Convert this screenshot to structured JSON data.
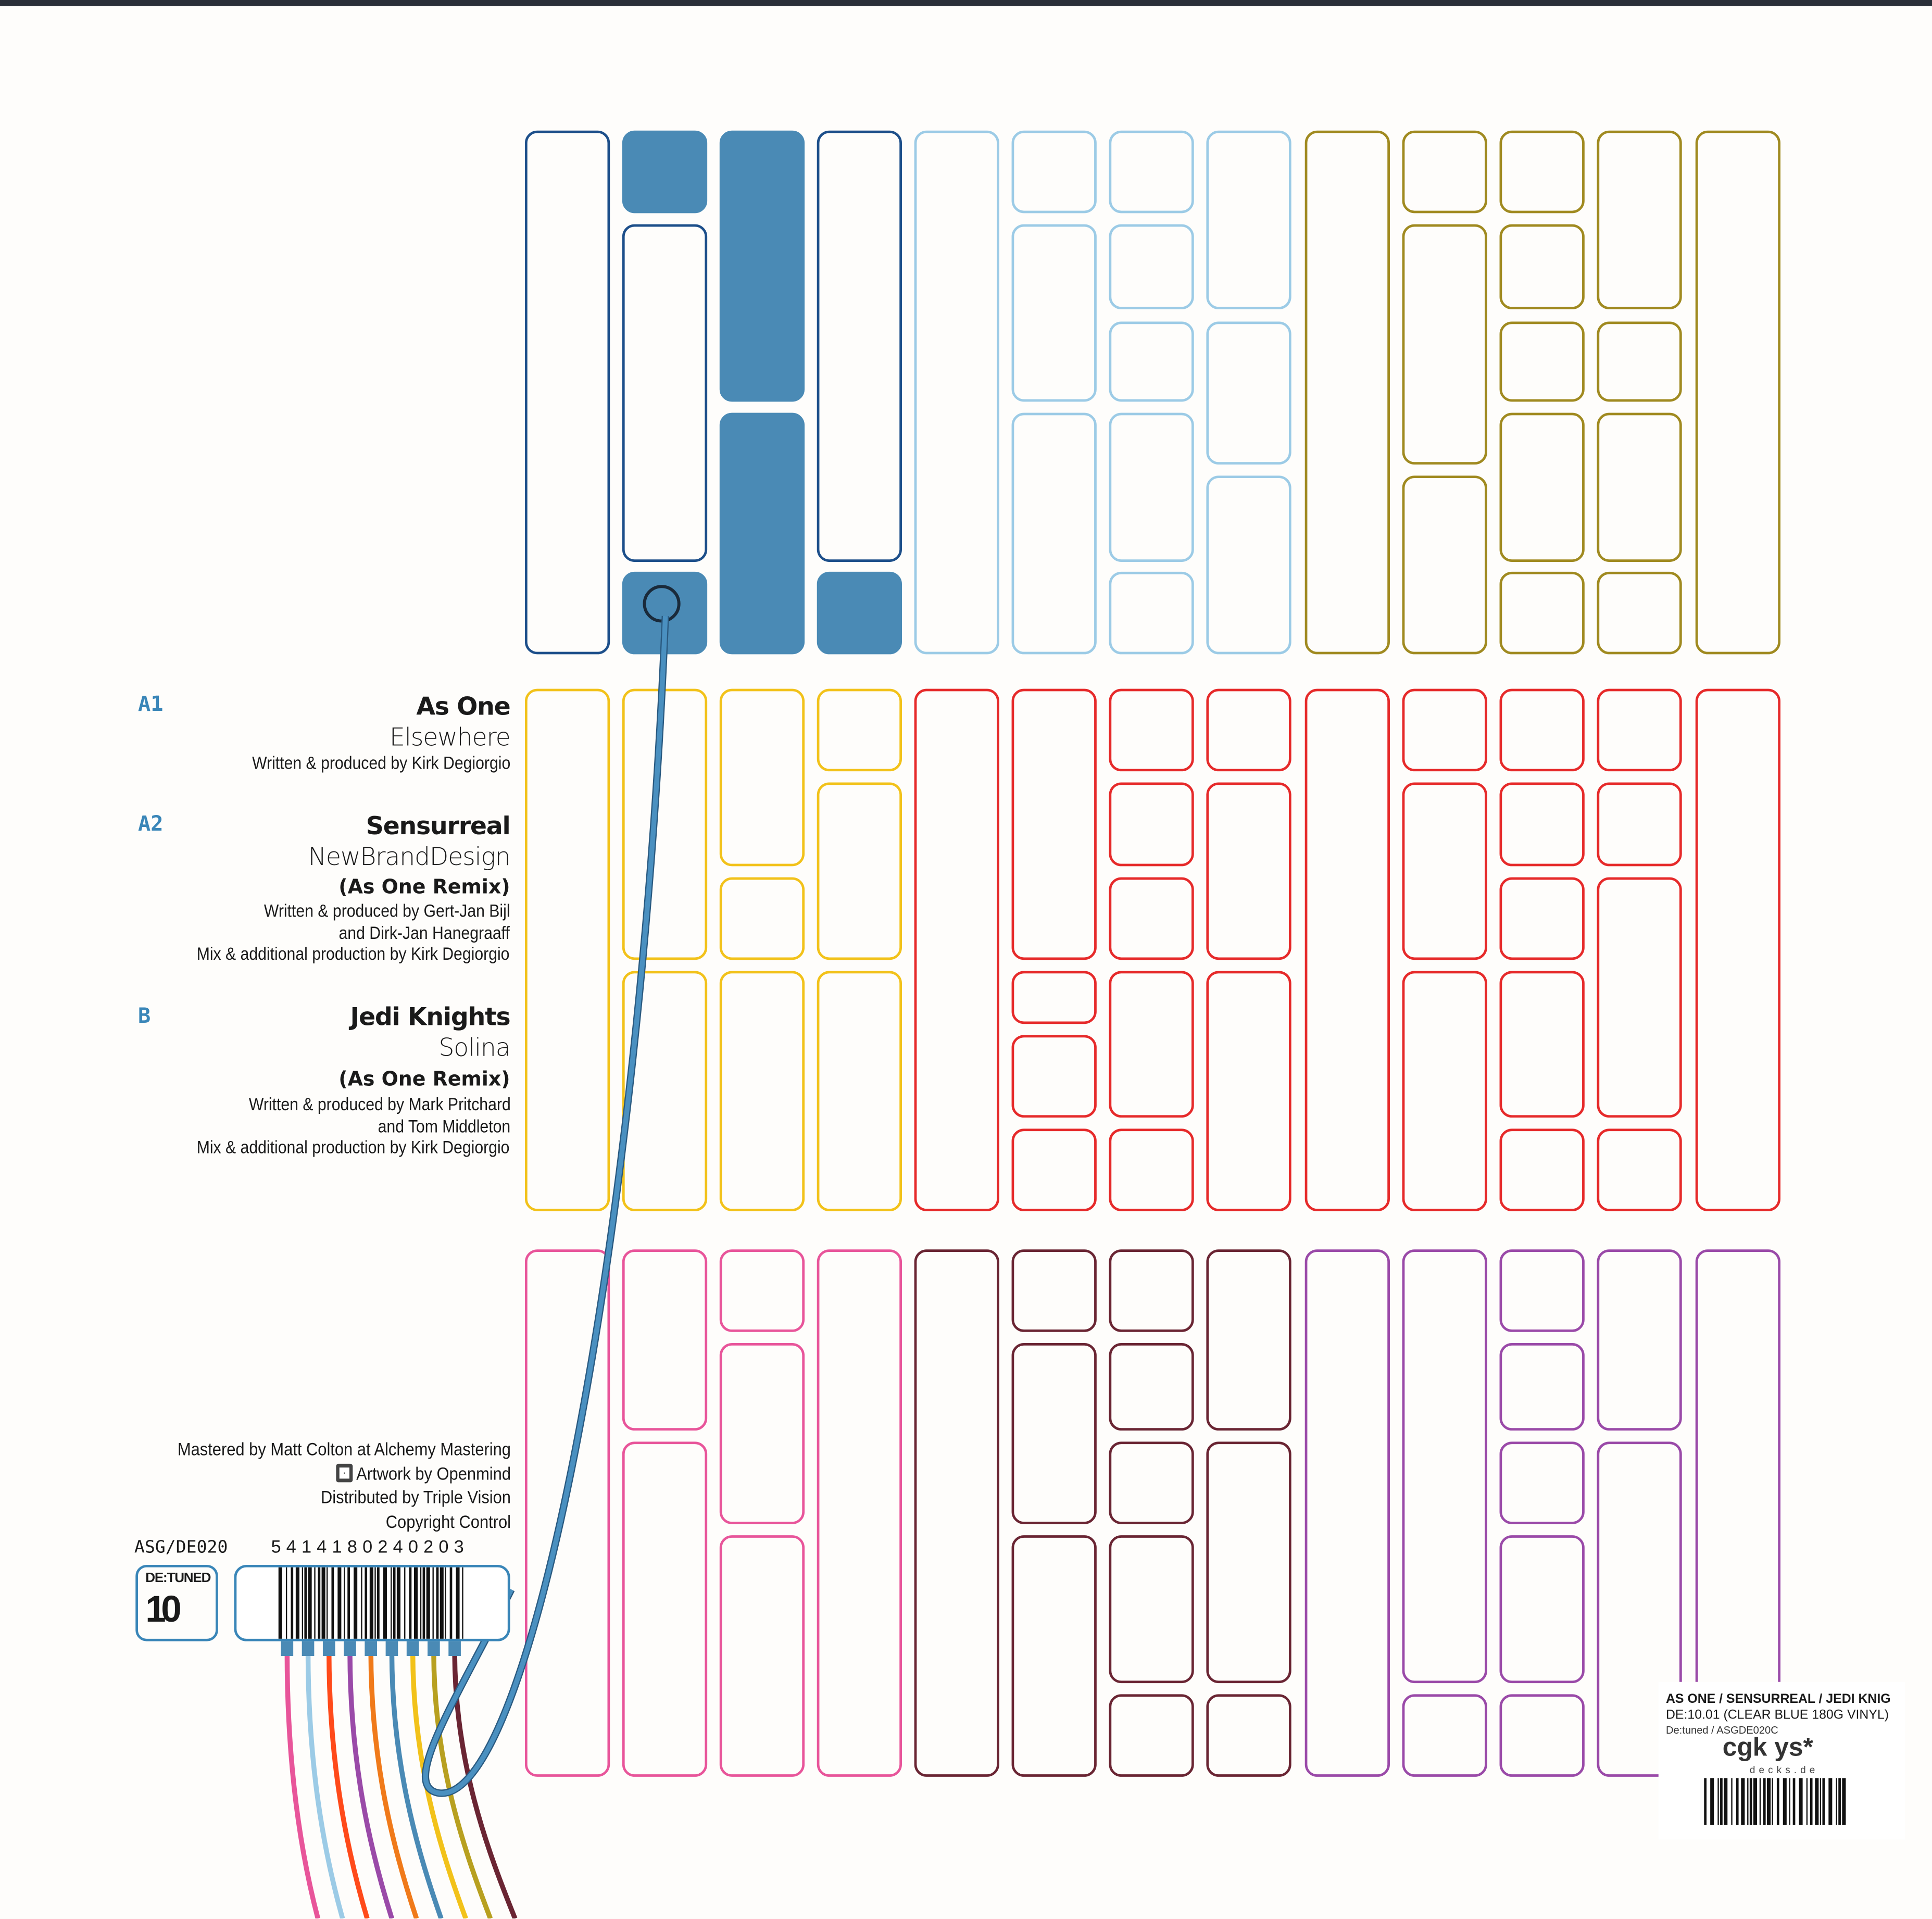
{
  "tracks": [
    {
      "position": "A1",
      "artist": "As One",
      "title": "Elsewhere",
      "remix": null,
      "credits": [
        "Written & produced by Kirk Degiorgio"
      ]
    },
    {
      "position": "A2",
      "artist": "Sensurreal",
      "title": "NewBrandDesign",
      "remix": "(As One Remix)",
      "credits": [
        "Written & produced by Gert-Jan Bijl",
        "and Dirk-Jan Hanegraaff",
        "Mix & additional production by Kirk Degiorgio"
      ]
    },
    {
      "position": "B",
      "artist": "Jedi Knights",
      "title": "Solina",
      "remix": "(As One Remix)",
      "credits": [
        "Written & produced by Mark Pritchard",
        "and Tom Middleton",
        "Mix & additional production by Kirk Degiorgio"
      ]
    }
  ],
  "credits": {
    "mastered": "Mastered by Matt Colton at Alchemy Mastering",
    "artwork": "Artwork by Openmind",
    "distributed": "Distributed by Triple Vision",
    "copyright": "Copyright Control"
  },
  "catalog_number": "ASG/DE020",
  "ean": "5414180240203",
  "label_logo": {
    "name": "DE:TUNED",
    "number": "10"
  },
  "sticker": {
    "line1": "AS ONE / SENSURREAL / JEDI KNIG",
    "line2": "DE:10.01 (CLEAR BLUE 180G VINYL)",
    "line3": "De:tuned / ASGDE020C",
    "shop_logo": "cgk  ys*",
    "shop_url": "decks.de"
  },
  "colors": {
    "dark_blue": "#1d4f8a",
    "fill_blue": "#4a8ab5",
    "light_blue": "#9ccbe6",
    "olive": "#a08a20",
    "yellow": "#f2c21a",
    "red": "#e62a2a",
    "pink": "#e8559a",
    "maroon": "#6a2533",
    "purple": "#9a4aa8",
    "cable": "#4a90c0"
  }
}
